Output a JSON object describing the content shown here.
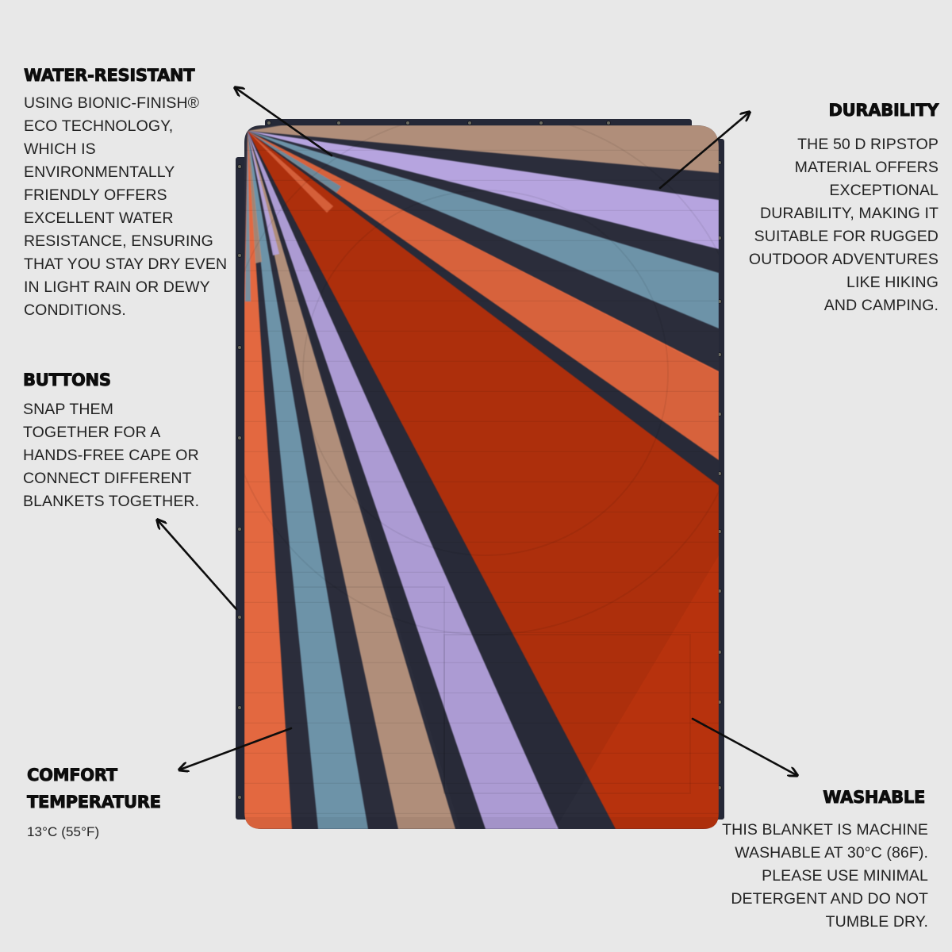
{
  "product": {
    "type": "quilted outdoor blanket",
    "palette": {
      "background": "#e8e8e8",
      "navy": "#2b2d3b",
      "tan": "#b08e7a",
      "lavender": "#b6a4df",
      "blue": "#6d93a8",
      "orange": "#e3683f",
      "red": "#b7300f",
      "text": "#1a1a1a"
    }
  },
  "features": {
    "water_resistant": {
      "title": "WATER-RESISTANT",
      "body": "USING BIONIC-FINISH®\nECO TECHNOLOGY,\nWHICH IS\nENVIRONMENTALLY\nFRIENDLY OFFERS\nEXCELLENT WATER\nRESISTANCE, ENSURING\nTHAT YOU STAY DRY EVEN\nIN LIGHT RAIN OR DEWY\nCONDITIONS."
    },
    "durability": {
      "title": "DURABILITY",
      "body": "THE 50 D RIPSTOP\nMATERIAL OFFERS\nEXCEPTIONAL\nDURABILITY, MAKING IT\nSUITABLE FOR RUGGED\nOUTDOOR ADVENTURES\nLIKE HIKING\nAND CAMPING."
    },
    "buttons": {
      "title": "BUTTONS",
      "body": "SNAP THEM\nTOGETHER FOR A\nHANDS-FREE CAPE OR\nCONNECT DIFFERENT\nBLANKETS TOGETHER."
    },
    "comfort": {
      "title_line1": "COMFORT",
      "title_line2": "TEMPERATURE",
      "body": "13°C (55°F)"
    },
    "washable": {
      "title": "WASHABLE",
      "body": "THIS BLANKET IS MACHINE\nWASHABLE AT 30°C (86F).\nPLEASE USE MINIMAL\nDETERGENT AND DO NOT\nTUMBLE DRY."
    }
  },
  "icons": {
    "arrows": [
      "arrow-water-resistant",
      "arrow-durability",
      "arrow-buttons",
      "arrow-comfort",
      "arrow-washable"
    ],
    "snap_buttons": "snap-button-icon"
  }
}
